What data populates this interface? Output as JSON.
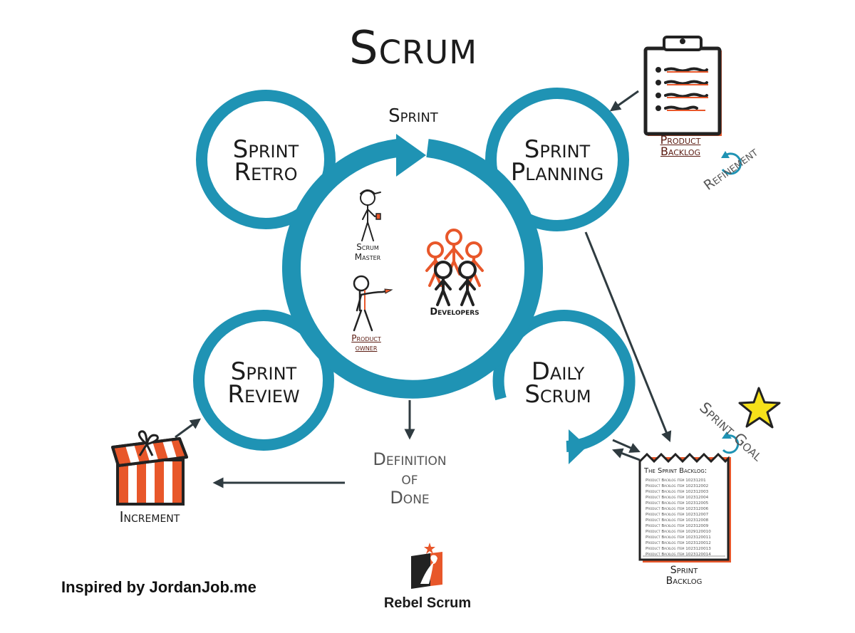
{
  "title": "Scrum",
  "events": {
    "sprint": "Sprint",
    "retro_line1": "Sprint",
    "retro_line2": "Retro",
    "planning_line1": "Sprint",
    "planning_line2": "Planning",
    "review_line1": "Sprint",
    "review_line2": "Review",
    "daily_line1": "Daily",
    "daily_line2": "Scrum"
  },
  "roles": {
    "scrum_master_line1": "Scrum",
    "scrum_master_line2": "Master",
    "product_owner_line1": "Product",
    "product_owner_line2": "owner",
    "developers": "Developers"
  },
  "artifacts": {
    "product_backlog_line1": "Product",
    "product_backlog_line2": "Backlog",
    "refinement": "Refinement",
    "sprint_goal": "Sprint Goal",
    "sprint_backlog_line1": "Sprint",
    "sprint_backlog_line2": "Backlog",
    "sprint_backlog_heading": "The Sprint Backlog:",
    "sprint_backlog_items": [
      "Product Backlog Item 10231201",
      "Product Backlog Item 102312002",
      "Product Backlog Item 102312003",
      "Product Backlog Item 102312004",
      "Product Backlog Item 102312005",
      "Product Backlog Item 102312006",
      "Product Backlog Item 102312007",
      "Product Backlog Item 102312008",
      "Product Backlog Item 102312009",
      "Product Backlog Item 1029120010",
      "Product Backlog Item 1023120011",
      "Product Backlog Item 1023120012",
      "Product Backlog Item 1023120013",
      "Product Backlog Item 1023120014"
    ],
    "dod_line1": "Definition",
    "dod_line2": "of",
    "dod_line3": "Done",
    "increment": "Increment"
  },
  "footer": {
    "credit": "Inspired by JordanJob.me",
    "brand": "Rebel Scrum"
  },
  "colors": {
    "ring": "#1f93b4",
    "accent": "#e8572a",
    "arrow": "#2f3b40",
    "star": "#f6e11a"
  },
  "icons": [
    "clipboard-icon",
    "refinement-cycle-icon",
    "gift-box-icon",
    "star-icon",
    "scrum-master-figure-icon",
    "product-owner-figure-icon",
    "developers-group-icon",
    "sprint-backlog-paper-icon",
    "rebel-scrum-logo-icon"
  ]
}
